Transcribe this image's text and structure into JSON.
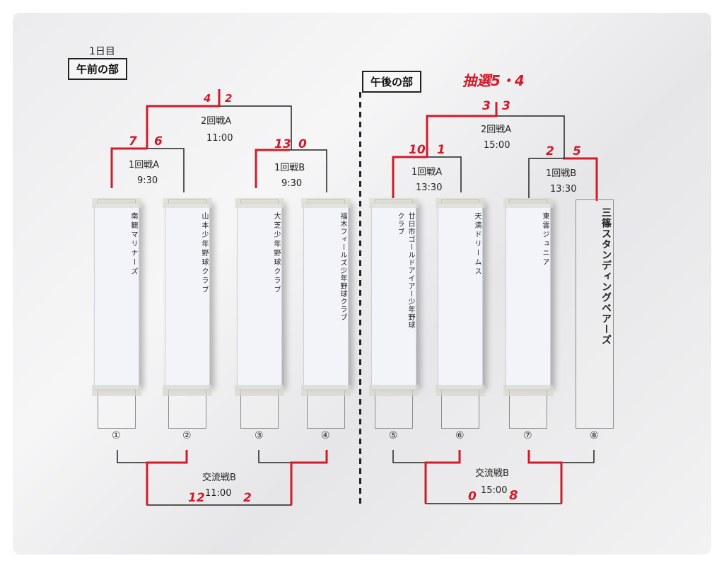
{
  "header": {
    "day_label": "1日目",
    "morning_label": "午前の部",
    "afternoon_label": "午後の部",
    "lottery_note": "抽選5・4"
  },
  "morning": {
    "round2": {
      "label": "2回戦A",
      "time": "11:00",
      "scores": [
        "4",
        "2"
      ]
    },
    "round1a": {
      "label": "1回戦A",
      "time": "9:30",
      "scores": [
        "7",
        "6"
      ]
    },
    "round1b": {
      "label": "1回戦B",
      "time": "9:30",
      "scores": [
        "13",
        "0"
      ]
    },
    "exchange": {
      "label": "交流戦B",
      "time": "11:00",
      "scores": [
        "12",
        "2"
      ]
    }
  },
  "afternoon": {
    "round2": {
      "label": "2回戦A",
      "time": "15:00",
      "scores": [
        "3",
        "3"
      ]
    },
    "round1a": {
      "label": "1回戦A",
      "time": "13:30",
      "scores": [
        "10",
        "1"
      ]
    },
    "round1b": {
      "label": "1回戦B",
      "time": "13:30",
      "scores": [
        "2",
        "5"
      ]
    },
    "exchange": {
      "label": "交流戦B",
      "time": "15:00",
      "scores": [
        "0",
        "8"
      ]
    }
  },
  "teams": [
    {
      "number": "①",
      "name": "南観マリナーズ"
    },
    {
      "number": "②",
      "name": "山本少年野球クラブ"
    },
    {
      "number": "③",
      "name": "大芝少年野球クラブ"
    },
    {
      "number": "④",
      "name": "福木フィールズ少年野球クラブ"
    },
    {
      "number": "⑤",
      "name": "廿日市ゴールドアイアー少年野球クラブ"
    },
    {
      "number": "⑥",
      "name": "天満ドリームス"
    },
    {
      "number": "⑦",
      "name": "東雲ジュニア"
    },
    {
      "number": "⑧",
      "name": "三篠スタンディングベアーズ"
    }
  ]
}
